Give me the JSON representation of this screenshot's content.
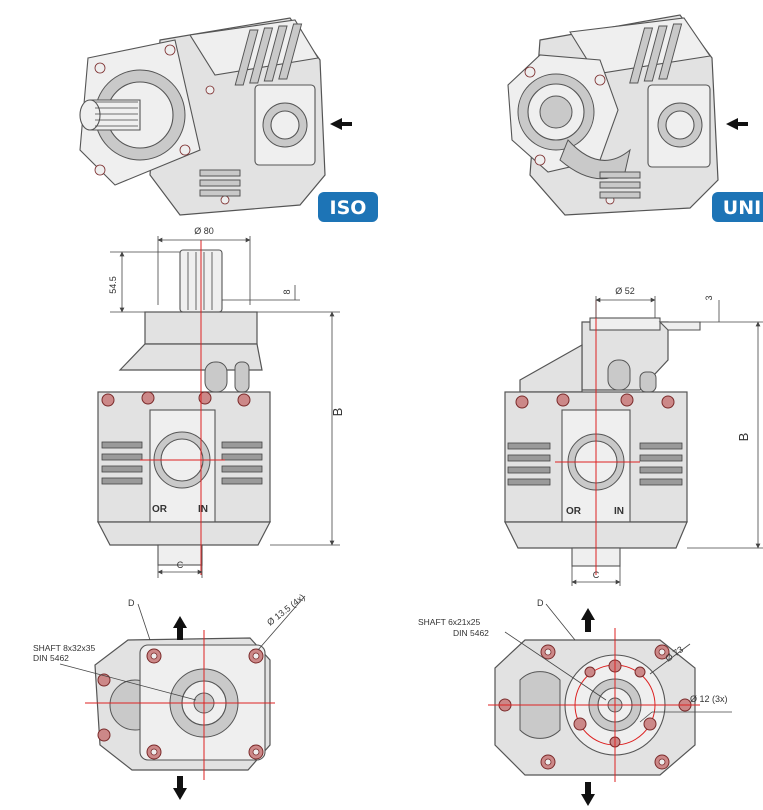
{
  "badges": {
    "iso": "ISO",
    "uni": "UNI"
  },
  "colors": {
    "badge_fill": "#1d74b6",
    "centerline": "#dd2222",
    "body": "#e2e2e2"
  },
  "iso": {
    "dia_flange": "Ø 80",
    "shaft_length": "54.5",
    "offset": "8",
    "height": "B",
    "width": "C",
    "port_out": "OR",
    "port_in": "IN",
    "drain": "D",
    "hole": "Ø 13.5 (4x)",
    "shaft_line1": "SHAFT 8x32x35",
    "shaft_line2": "DIN 5462"
  },
  "uni": {
    "dia_flange": "Ø 52",
    "offset": "3",
    "height": "B",
    "width": "C",
    "port_out": "OR",
    "port_in": "IN",
    "drain": "D",
    "pcd": "Ø 73",
    "hole": "Ø 12 (3x)",
    "shaft_line1": "SHAFT 6x21x25",
    "shaft_line2": "DIN 5462"
  }
}
